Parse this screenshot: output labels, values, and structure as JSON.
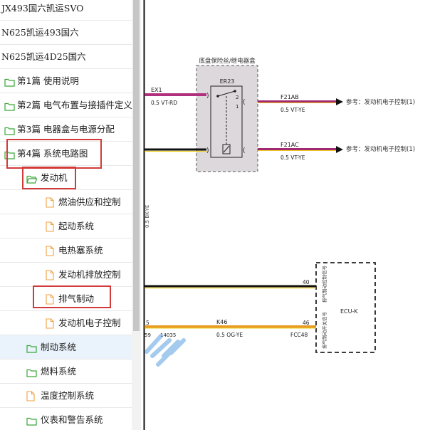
{
  "sidebar": {
    "items": [
      {
        "label": "JX493国六凯运SVO",
        "icon": "none"
      },
      {
        "label": "N625凯运493国六",
        "icon": "none"
      },
      {
        "label": "N625凯运4D25国六",
        "icon": "none"
      },
      {
        "label": "第1篇 使用说明",
        "icon": "folder-icon"
      },
      {
        "label": "第2篇 电气布置与接插件定义",
        "icon": "folder-icon"
      },
      {
        "label": "第3篇 电器盒与电源分配",
        "icon": "folder-icon"
      },
      {
        "label": "第4篇 系统电路图",
        "icon": "folder-icon"
      },
      {
        "label": "发动机",
        "icon": "folder-open-icon"
      },
      {
        "label": "燃油供应和控制",
        "icon": "document-icon"
      },
      {
        "label": "起动系统",
        "icon": "document-icon"
      },
      {
        "label": "电热塞系统",
        "icon": "document-icon"
      },
      {
        "label": "发动机排放控制",
        "icon": "document-icon"
      },
      {
        "label": "排气制动",
        "icon": "document-icon"
      },
      {
        "label": "发动机电子控制",
        "icon": "document-icon"
      },
      {
        "label": "制动系统",
        "icon": "folder-icon"
      },
      {
        "label": "燃料系统",
        "icon": "folder-icon"
      },
      {
        "label": "温度控制系统",
        "icon": "document-icon"
      },
      {
        "label": "仪表和警告系统",
        "icon": "folder-icon"
      }
    ]
  },
  "colors": {
    "highlight_box": "#d23a3a",
    "wire_vt_rd": "#b0307e",
    "wire_vt_ye": "#a2286f",
    "wire_og_ye": "#e79b25",
    "fuse_box_fill": "#dcd8dc",
    "folder_green": "#3aa63a",
    "document_orange": "#f0a040",
    "watermark": "#5aa0e0"
  },
  "diagram": {
    "fuse_box_title": "底盘保险丝/继电器盒",
    "relay_label": "ER23",
    "pin_2": "2",
    "pin_1": "1",
    "wire_in_name": "EX1",
    "wire_in_spec": "0.5 VT-RD",
    "wire_out1_name": "F21AB",
    "wire_out1_spec": "0.5 VT-YE",
    "wire_out1_ref": "参考：发动机电子控制(1)",
    "wire_out2_name": "F21AC",
    "wire_out2_spec": "0.5 VT-YE",
    "wire_out2_ref": "参考：发动机电子控制(1)",
    "vertical_wire_spec": "0.5 BK-YE",
    "ecu_label": "ECU-K",
    "ecu_pin_40": "40",
    "ecu_pin_46": "46",
    "ecu_signal_top": "排气制动控制信号",
    "ecu_signal_bottom": "排气制动开关信号",
    "k46_name": "K46",
    "k46_spec": "0.5 OG-YE",
    "k46_left_pin": "5",
    "conn_fcc48": "FCC48",
    "conn_14035": "14035",
    "conn_59": "59"
  }
}
